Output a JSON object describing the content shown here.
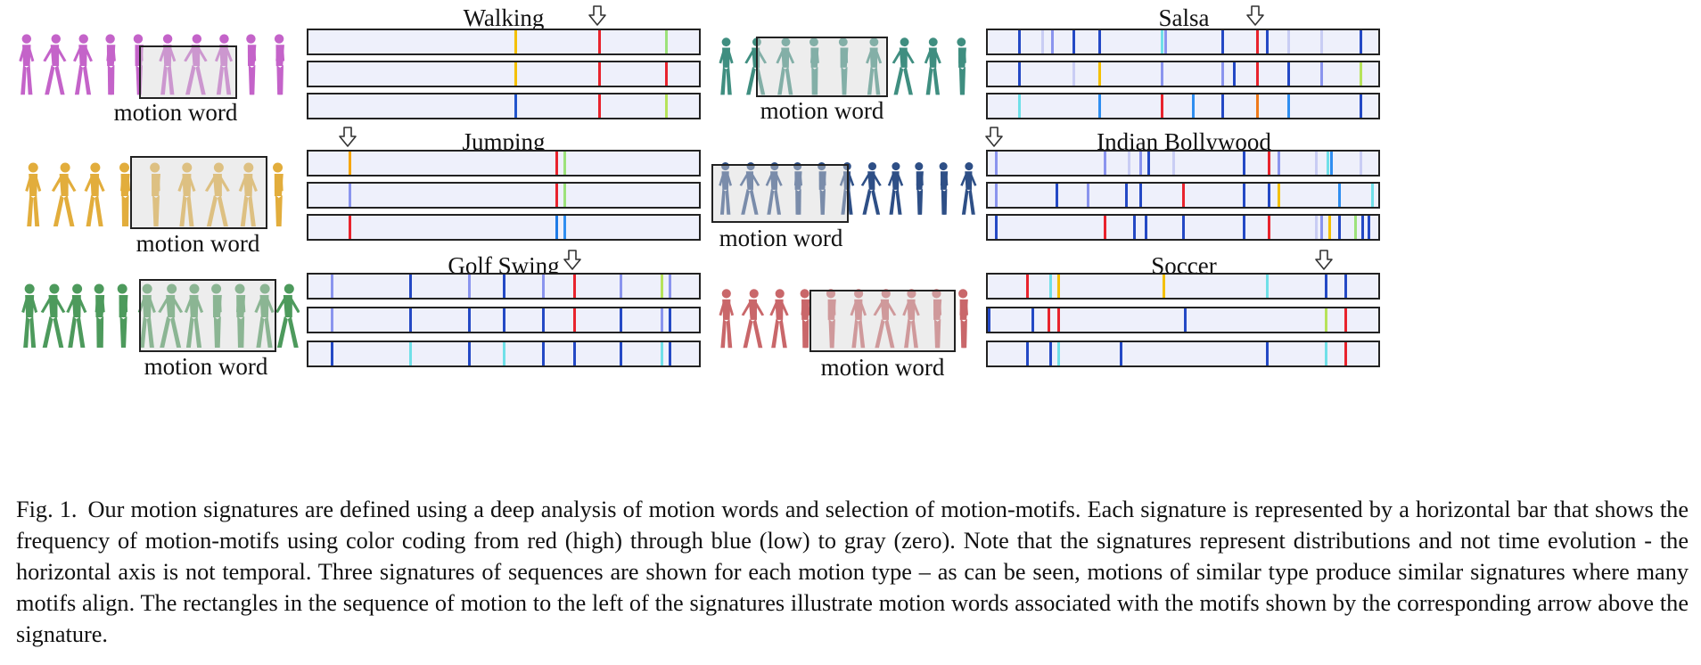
{
  "panels": [
    {
      "id": "walking",
      "title": "Walking",
      "motion_label": "motion word",
      "figure_color": "#c463c9",
      "arrow_pos": 0.745,
      "signatures": [
        [
          {
            "p": 0.53,
            "c": "#f4c000"
          },
          {
            "p": 0.745,
            "c": "#e8232d"
          },
          {
            "p": 0.915,
            "c": "#9ce27a"
          }
        ],
        [
          {
            "p": 0.53,
            "c": "#f4c000"
          },
          {
            "p": 0.745,
            "c": "#e8232d"
          },
          {
            "p": 0.915,
            "c": "#e8232d"
          }
        ],
        [
          {
            "p": 0.53,
            "c": "#2255cc"
          },
          {
            "p": 0.745,
            "c": "#e8232d"
          },
          {
            "p": 0.915,
            "c": "#b6e35a"
          }
        ]
      ]
    },
    {
      "id": "jumping",
      "title": "Jumping",
      "motion_label": "motion word",
      "figure_color": "#e2ad3c",
      "arrow_pos": 0.105,
      "signatures": [
        [
          {
            "p": 0.105,
            "c": "#f6a500"
          },
          {
            "p": 0.635,
            "c": "#e8232d"
          },
          {
            "p": 0.655,
            "c": "#9ce27a"
          }
        ],
        [
          {
            "p": 0.105,
            "c": "#8a94ee"
          },
          {
            "p": 0.635,
            "c": "#e8232d"
          },
          {
            "p": 0.655,
            "c": "#9ce27a"
          }
        ],
        [
          {
            "p": 0.105,
            "c": "#e8232d"
          },
          {
            "p": 0.635,
            "c": "#1e7be6"
          },
          {
            "p": 0.655,
            "c": "#2f8ef0"
          }
        ]
      ]
    },
    {
      "id": "golf",
      "title": "Golf Swing",
      "motion_label": "motion word",
      "figure_color": "#4d9a5c",
      "arrow_pos": 0.68,
      "signatures": [
        [
          {
            "p": 0.06,
            "c": "#8a94ee"
          },
          {
            "p": 0.26,
            "c": "#2449c5"
          },
          {
            "p": 0.41,
            "c": "#8a94ee"
          },
          {
            "p": 0.5,
            "c": "#2449c5"
          },
          {
            "p": 0.6,
            "c": "#8a94ee"
          },
          {
            "p": 0.68,
            "c": "#e8232d"
          },
          {
            "p": 0.8,
            "c": "#8a94ee"
          },
          {
            "p": 0.905,
            "c": "#b6e35a"
          },
          {
            "p": 0.925,
            "c": "#8a94ee"
          }
        ],
        [
          {
            "p": 0.06,
            "c": "#8a94ee"
          },
          {
            "p": 0.26,
            "c": "#2449c5"
          },
          {
            "p": 0.41,
            "c": "#2449c5"
          },
          {
            "p": 0.5,
            "c": "#2449c5"
          },
          {
            "p": 0.6,
            "c": "#2449c5"
          },
          {
            "p": 0.68,
            "c": "#e8232d"
          },
          {
            "p": 0.8,
            "c": "#2449c5"
          },
          {
            "p": 0.905,
            "c": "#8a94ee"
          },
          {
            "p": 0.925,
            "c": "#2449c5"
          }
        ],
        [
          {
            "p": 0.06,
            "c": "#2449c5"
          },
          {
            "p": 0.26,
            "c": "#6fe0e8"
          },
          {
            "p": 0.41,
            "c": "#2449c5"
          },
          {
            "p": 0.5,
            "c": "#6fe0e8"
          },
          {
            "p": 0.6,
            "c": "#2449c5"
          },
          {
            "p": 0.68,
            "c": "#2449c5"
          },
          {
            "p": 0.8,
            "c": "#2449c5"
          },
          {
            "p": 0.905,
            "c": "#6fe0e8"
          },
          {
            "p": 0.925,
            "c": "#2449c5"
          }
        ]
      ]
    },
    {
      "id": "salsa",
      "title": "Salsa",
      "motion_label": "motion word",
      "figure_color": "#3f8e80",
      "arrow_pos": 0.69,
      "signatures": [
        [
          {
            "p": 0.08,
            "c": "#2449c5"
          },
          {
            "p": 0.14,
            "c": "#c9cdf4"
          },
          {
            "p": 0.165,
            "c": "#8a94ee"
          },
          {
            "p": 0.22,
            "c": "#2449c5"
          },
          {
            "p": 0.285,
            "c": "#2449c5"
          },
          {
            "p": 0.445,
            "c": "#6fe0e8"
          },
          {
            "p": 0.455,
            "c": "#8a94ee"
          },
          {
            "p": 0.6,
            "c": "#2449c5"
          },
          {
            "p": 0.69,
            "c": "#e8232d"
          },
          {
            "p": 0.715,
            "c": "#2449c5"
          },
          {
            "p": 0.77,
            "c": "#c9cdf4"
          },
          {
            "p": 0.855,
            "c": "#c9cdf4"
          },
          {
            "p": 0.955,
            "c": "#2449c5"
          }
        ],
        [
          {
            "p": 0.08,
            "c": "#2449c5"
          },
          {
            "p": 0.22,
            "c": "#c9cdf4"
          },
          {
            "p": 0.285,
            "c": "#f4c000"
          },
          {
            "p": 0.445,
            "c": "#8a94ee"
          },
          {
            "p": 0.6,
            "c": "#8a94ee"
          },
          {
            "p": 0.63,
            "c": "#2449c5"
          },
          {
            "p": 0.69,
            "c": "#e8232d"
          },
          {
            "p": 0.77,
            "c": "#2449c5"
          },
          {
            "p": 0.855,
            "c": "#8a94ee"
          },
          {
            "p": 0.955,
            "c": "#b6e35a"
          }
        ],
        [
          {
            "p": 0.08,
            "c": "#6fe0e8"
          },
          {
            "p": 0.285,
            "c": "#2f8ef0"
          },
          {
            "p": 0.445,
            "c": "#e8232d"
          },
          {
            "p": 0.525,
            "c": "#2f8ef0"
          },
          {
            "p": 0.6,
            "c": "#2449c5"
          },
          {
            "p": 0.69,
            "c": "#ef7a1a"
          },
          {
            "p": 0.77,
            "c": "#2f8ef0"
          },
          {
            "p": 0.955,
            "c": "#2449c5"
          }
        ]
      ]
    },
    {
      "id": "bollywood",
      "title": "Indian Bollywood",
      "motion_label": "motion word",
      "figure_color": "#2e4f86",
      "arrow_pos": 0.02,
      "signatures": [
        [
          {
            "p": 0.02,
            "c": "#8a94ee"
          },
          {
            "p": 0.3,
            "c": "#8a94ee"
          },
          {
            "p": 0.36,
            "c": "#c9cdf4"
          },
          {
            "p": 0.39,
            "c": "#8a94ee"
          },
          {
            "p": 0.41,
            "c": "#2449c5"
          },
          {
            "p": 0.475,
            "c": "#c9cdf4"
          },
          {
            "p": 0.655,
            "c": "#2449c5"
          },
          {
            "p": 0.72,
            "c": "#e8232d"
          },
          {
            "p": 0.745,
            "c": "#8a94ee"
          },
          {
            "p": 0.84,
            "c": "#c9cdf4"
          },
          {
            "p": 0.87,
            "c": "#6fe0e8"
          },
          {
            "p": 0.88,
            "c": "#2f8ef0"
          },
          {
            "p": 0.955,
            "c": "#c9cdf4"
          }
        ],
        [
          {
            "p": 0.02,
            "c": "#8a94ee"
          },
          {
            "p": 0.175,
            "c": "#2449c5"
          },
          {
            "p": 0.255,
            "c": "#8a94ee"
          },
          {
            "p": 0.355,
            "c": "#2449c5"
          },
          {
            "p": 0.39,
            "c": "#2449c5"
          },
          {
            "p": 0.5,
            "c": "#e8232d"
          },
          {
            "p": 0.655,
            "c": "#2449c5"
          },
          {
            "p": 0.72,
            "c": "#2449c5"
          },
          {
            "p": 0.745,
            "c": "#f4c000"
          },
          {
            "p": 0.9,
            "c": "#2f8ef0"
          },
          {
            "p": 0.985,
            "c": "#6fe0e8"
          }
        ],
        [
          {
            "p": 0.02,
            "c": "#2449c5"
          },
          {
            "p": 0.3,
            "c": "#e8232d"
          },
          {
            "p": 0.375,
            "c": "#2449c5"
          },
          {
            "p": 0.405,
            "c": "#2449c5"
          },
          {
            "p": 0.5,
            "c": "#2449c5"
          },
          {
            "p": 0.655,
            "c": "#2449c5"
          },
          {
            "p": 0.72,
            "c": "#e8232d"
          },
          {
            "p": 0.84,
            "c": "#c9cdf4"
          },
          {
            "p": 0.855,
            "c": "#8a94ee"
          },
          {
            "p": 0.875,
            "c": "#f4c000"
          },
          {
            "p": 0.9,
            "c": "#2449c5"
          },
          {
            "p": 0.94,
            "c": "#9ce27a"
          },
          {
            "p": 0.96,
            "c": "#2449c5"
          },
          {
            "p": 0.975,
            "c": "#2449c5"
          }
        ]
      ]
    },
    {
      "id": "soccer",
      "title": "Soccer",
      "motion_label": "motion word",
      "figure_color": "#c9676a",
      "arrow_pos": 0.865,
      "signatures": [
        [
          {
            "p": 0.1,
            "c": "#e8232d"
          },
          {
            "p": 0.16,
            "c": "#6fe0e8"
          },
          {
            "p": 0.18,
            "c": "#f4c000"
          },
          {
            "p": 0.45,
            "c": "#f4c000"
          },
          {
            "p": 0.715,
            "c": "#6fe0e8"
          },
          {
            "p": 0.865,
            "c": "#2449c5"
          },
          {
            "p": 0.915,
            "c": "#2449c5"
          }
        ],
        [
          {
            "p": 0.0,
            "c": "#2449c5"
          },
          {
            "p": 0.115,
            "c": "#2449c5"
          },
          {
            "p": 0.155,
            "c": "#e8232d"
          },
          {
            "p": 0.18,
            "c": "#e8232d"
          },
          {
            "p": 0.505,
            "c": "#2449c5"
          },
          {
            "p": 0.865,
            "c": "#b6e35a"
          },
          {
            "p": 0.915,
            "c": "#e8232d"
          }
        ],
        [
          {
            "p": 0.1,
            "c": "#2449c5"
          },
          {
            "p": 0.16,
            "c": "#2449c5"
          },
          {
            "p": 0.18,
            "c": "#6fe0e8"
          },
          {
            "p": 0.34,
            "c": "#2449c5"
          },
          {
            "p": 0.715,
            "c": "#2449c5"
          },
          {
            "p": 0.865,
            "c": "#6fe0e8"
          },
          {
            "p": 0.915,
            "c": "#e8232d"
          }
        ]
      ]
    }
  ],
  "caption": {
    "label": "Fig. 1.",
    "text": "Our motion signatures are defined using a deep analysis of motion words and selection of motion-motifs. Each signature is represented by a horizontal bar that shows the frequency of motion-motifs using color coding from red (high) through blue (low) to gray (zero). Note that the signatures represent distributions and not time evolution - the horizontal axis is not temporal. Three signatures of sequences are shown for each motion type – as can be seen, motions of similar type produce similar signatures where many motifs align. The rectangles in the sequence of motion to the left of the signatures illustrate motion words associated with the motifs shown by the corresponding arrow above the signature."
  }
}
